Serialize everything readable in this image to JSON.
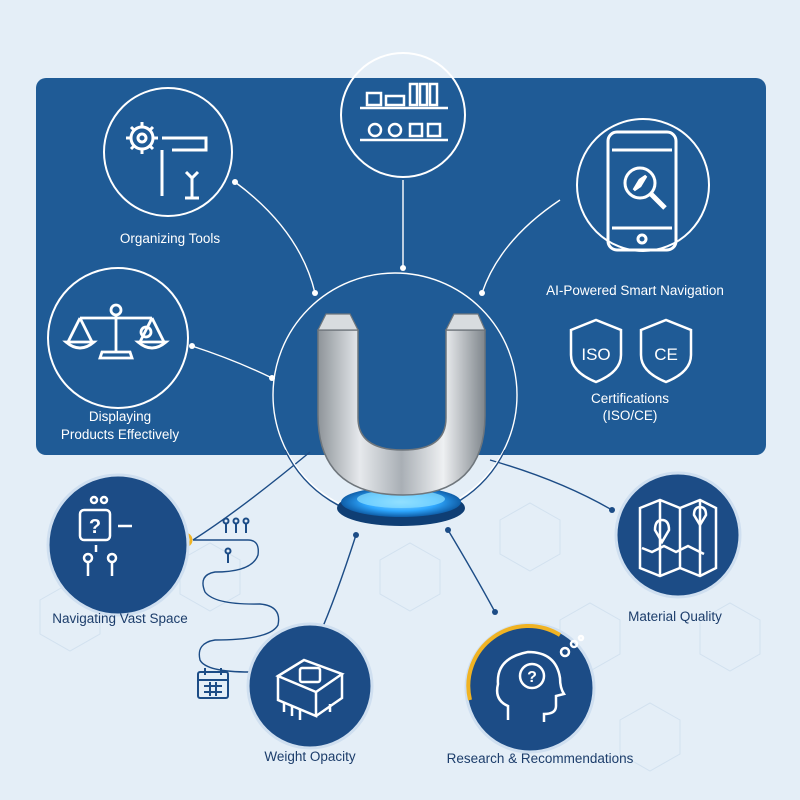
{
  "nodes": {
    "organizing_tools": {
      "label": "Organizing Tools",
      "icon": "tools-gear-wrench-icon"
    },
    "shelving": {
      "label": "",
      "icon": "shelf-products-icon"
    },
    "smart_navigation": {
      "label": "AI-Powered Smart Navigation",
      "icon": "smartphone-compass-icon"
    },
    "displaying_products": {
      "label_line1": "Displaying",
      "label_line2": "Products Effectively",
      "icon": "balance-scale-icon"
    },
    "certifications": {
      "label_line1": "Certifications",
      "label_line2": "(ISO/CE)",
      "badges": [
        "ISO",
        "CE"
      ],
      "icon": "shield-badge-icon"
    },
    "navigating_space": {
      "label": "Navigating Vast Space",
      "icon": "people-question-icon"
    },
    "material_quality": {
      "label": "Material Quality",
      "icon": "map-pins-icon"
    },
    "weight_capacity": {
      "label": "Weight Opacity",
      "icon": "weight-box-icon"
    },
    "research": {
      "label": "Research & Recommendations",
      "icon": "head-question-icon"
    }
  },
  "center": {
    "icon": "u-magnet-icon",
    "glow": "#2fa8ff"
  },
  "colors": {
    "panel": "#1f5b96",
    "ring": "#ffffff",
    "dark_blue": "#1c4c86",
    "accent": "#f0b323",
    "background": "#e4eef7"
  }
}
